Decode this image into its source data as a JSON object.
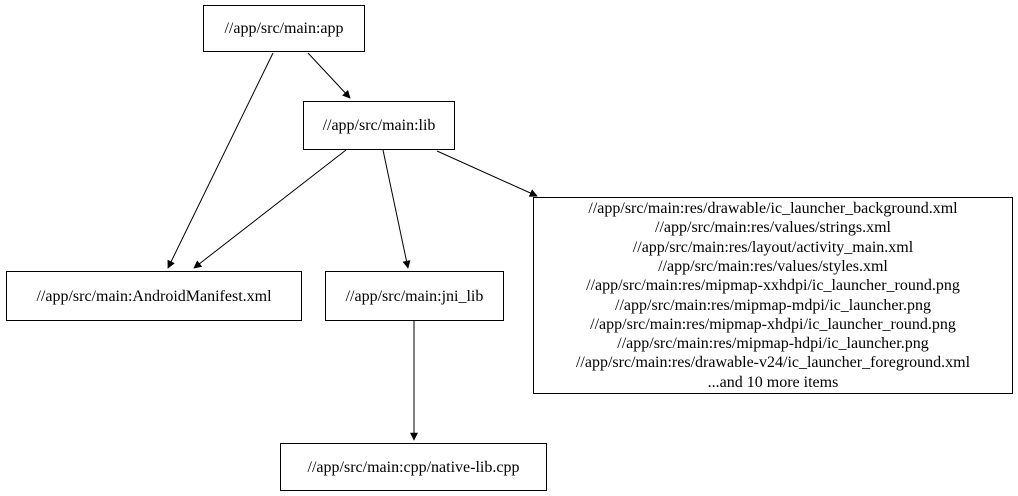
{
  "diagram": {
    "type": "dependency-graph",
    "background_color": "#ffffff",
    "node_border_color": "#000000",
    "edge_color": "#000000",
    "text_color": "#000000"
  },
  "nodes": {
    "app": {
      "label": "//app/src/main:app"
    },
    "lib": {
      "label": "//app/src/main:lib"
    },
    "android_manifest": {
      "label": "//app/src/main:AndroidManifest.xml"
    },
    "jni_lib": {
      "label": "//app/src/main:jni_lib"
    },
    "native_lib": {
      "label": "//app/src/main:cpp/native-lib.cpp"
    },
    "resources": {
      "lines": [
        "//app/src/main:res/drawable/ic_launcher_background.xml",
        "//app/src/main:res/values/strings.xml",
        "//app/src/main:res/layout/activity_main.xml",
        "//app/src/main:res/values/styles.xml",
        "//app/src/main:res/mipmap-xxhdpi/ic_launcher_round.png",
        "//app/src/main:res/mipmap-mdpi/ic_launcher.png",
        "//app/src/main:res/mipmap-xhdpi/ic_launcher_round.png",
        "//app/src/main:res/mipmap-hdpi/ic_launcher.png",
        "//app/src/main:res/drawable-v24/ic_launcher_foreground.xml",
        "...and 10 more items"
      ]
    }
  },
  "edges": [
    {
      "from": "app",
      "to": "lib"
    },
    {
      "from": "app",
      "to": "android_manifest"
    },
    {
      "from": "lib",
      "to": "android_manifest"
    },
    {
      "from": "lib",
      "to": "jni_lib"
    },
    {
      "from": "lib",
      "to": "resources"
    },
    {
      "from": "jni_lib",
      "to": "native_lib"
    }
  ]
}
